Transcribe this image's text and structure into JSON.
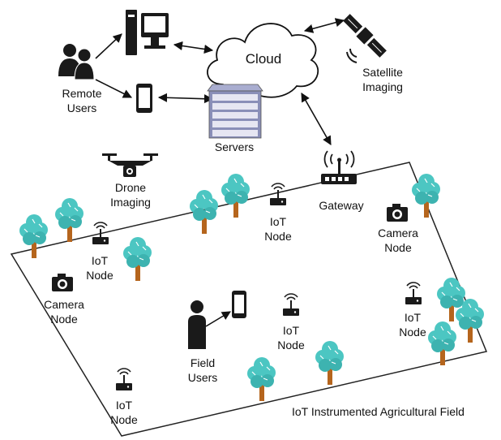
{
  "nodes": {
    "remote_users": "Remote\nUsers",
    "cloud": "Cloud",
    "satellite": "Satellite\nImaging",
    "servers": "Servers",
    "drone": "Drone\nImaging",
    "gateway": "Gateway",
    "camera_node": "Camera\nNode",
    "iot_node": "IoT\nNode",
    "field_users": "Field\nUsers"
  },
  "field_caption": "IoT Instrumented Agricultural Field",
  "colors": {
    "tree_foliage": "#4cc6c2",
    "tree_foliage_dark": "#2f9e9b",
    "tree_trunk": "#b5651d",
    "icon": "#1a1a1a",
    "server_body": "#8a8fb8",
    "server_slot": "#e6e6f2"
  }
}
